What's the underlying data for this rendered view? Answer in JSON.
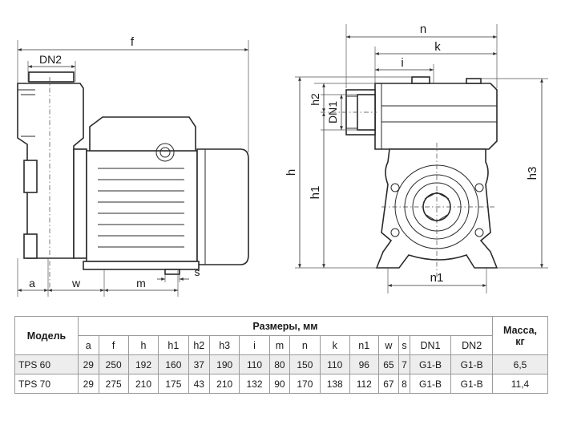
{
  "drawing": {
    "side_labels": {
      "f": "f",
      "dn2": "DN2",
      "a": "a",
      "w": "w",
      "m": "m",
      "s": "s"
    },
    "front_labels": {
      "n": "n",
      "k": "k",
      "i": "i",
      "h2": "h2",
      "dn1": "DN1",
      "h": "h",
      "h1": "h1",
      "h3": "h3",
      "n1": "n1"
    }
  },
  "table": {
    "model_header": "Модель",
    "dims_header": "Размеры, мм",
    "mass_header_line1": "Масса,",
    "mass_header_line2": "кг",
    "columns": [
      "a",
      "f",
      "h",
      "h1",
      "h2",
      "h3",
      "i",
      "m",
      "n",
      "k",
      "n1",
      "w",
      "s",
      "DN1",
      "DN2"
    ],
    "rows": [
      {
        "model": "TPS 60",
        "values": [
          "29",
          "250",
          "192",
          "160",
          "37",
          "190",
          "110",
          "80",
          "150",
          "110",
          "96",
          "65",
          "7",
          "G1-B",
          "G1-B"
        ],
        "mass": "6,5"
      },
      {
        "model": "TPS 70",
        "values": [
          "29",
          "275",
          "210",
          "175",
          "43",
          "210",
          "132",
          "90",
          "170",
          "138",
          "112",
          "67",
          "8",
          "G1-B",
          "G1-B"
        ],
        "mass": "11,4"
      }
    ]
  }
}
